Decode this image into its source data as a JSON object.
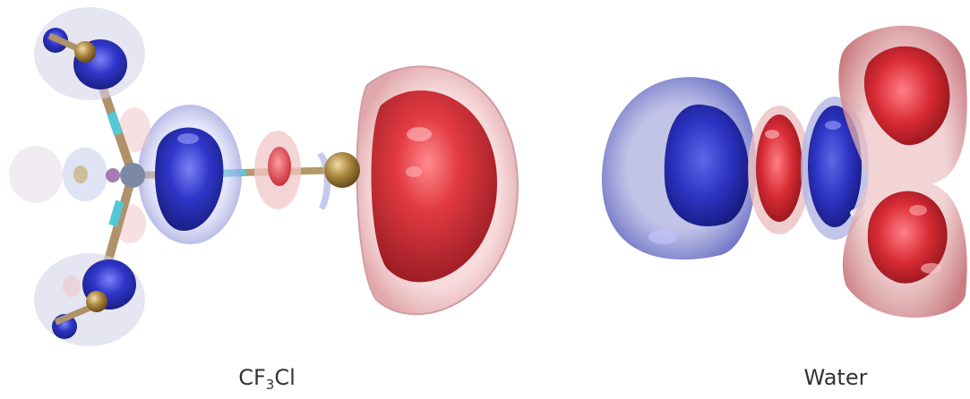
{
  "figure": {
    "left_panel": {
      "caption_prefix": "CF",
      "caption_sub": "3",
      "caption_suffix": "Cl"
    },
    "right_panel": {
      "caption": "Water"
    }
  },
  "colors": {
    "positive_lobe": "#d9252f",
    "negative_lobe": "#2832c8",
    "outer_red": "#e9a9ac",
    "outer_blue": "#8a8fd9",
    "atom_halogen": "#a8843a",
    "bond": "#b89a6a",
    "carbon": "#7f8aa8",
    "fluorine_cyan": "#56c7d6",
    "background": "#ffffff"
  }
}
